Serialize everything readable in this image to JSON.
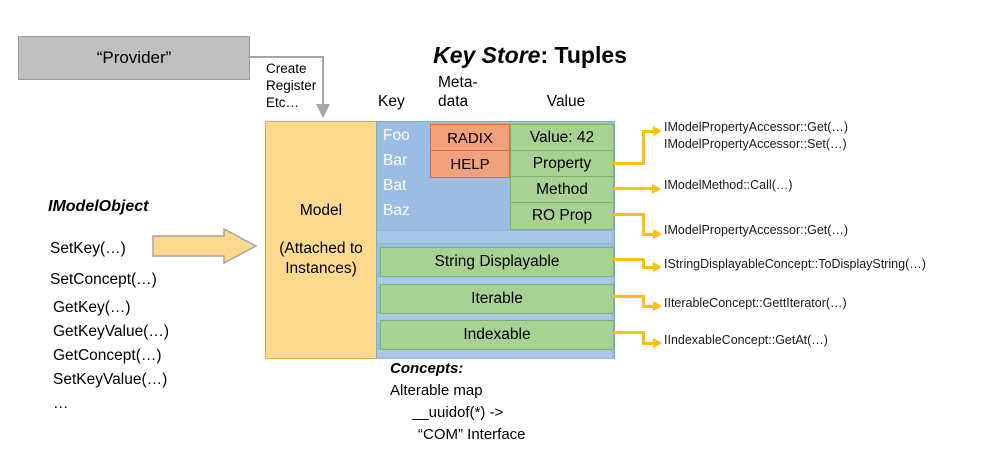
{
  "diagram": {
    "title_italic": "Key Store",
    "title_rest": ": Tuples"
  },
  "provider": {
    "label": "“Provider”",
    "connector_label": "Create\nRegister\nEtc…",
    "fill": "#BFBFBF",
    "connector_color": "#A6A6A6"
  },
  "columns": {
    "key": "Key",
    "metadata": "Meta-\ndata",
    "value": "Value"
  },
  "model": {
    "line1": "Model",
    "line2": "(Attached to",
    "line3": "Instances)",
    "fill": "#FCD98C"
  },
  "keys": [
    "Foo",
    "Bar",
    "Bat",
    "Baz"
  ],
  "metadata_cells": [
    "RADIX",
    "HELP"
  ],
  "value_cells": [
    "Value: 42",
    "Property",
    "Method",
    "RO Prop"
  ],
  "concept_rows": [
    "String Displayable",
    "Iterable",
    "Indexable"
  ],
  "annotations": [
    "IModelPropertyAccessor::Get(…)",
    "IModelPropertyAccessor::Set(…)",
    "IModelMethod::Call(…)",
    "IModelPropertyAccessor::Get(…)",
    "IStringDisplayableConcept::ToDisplayString(…)",
    "IIterableConcept::GettIterator(…)",
    "IIndexableConcept::GetAt(…)"
  ],
  "imodelobject": {
    "title": "IModelObject",
    "group_a": [
      "SetKey(…)",
      "SetConcept(…)"
    ],
    "group_b": [
      "GetKey(…)",
      "GetKeyValue(…)",
      "GetConcept(…)",
      "SetKeyValue(…)",
      "…"
    ]
  },
  "concepts": {
    "title": "Concepts:",
    "line1": "Alterable map",
    "line2": "__uuidof(*) ->",
    "line3": "“COM” Interface"
  },
  "palette": {
    "blue": "#9BBDE3",
    "green": "#A8D294",
    "salmon": "#F0A07A",
    "amber": "#FCD98C",
    "arrow_yellow": "#FFC000",
    "gray": "#BFBFBF"
  }
}
